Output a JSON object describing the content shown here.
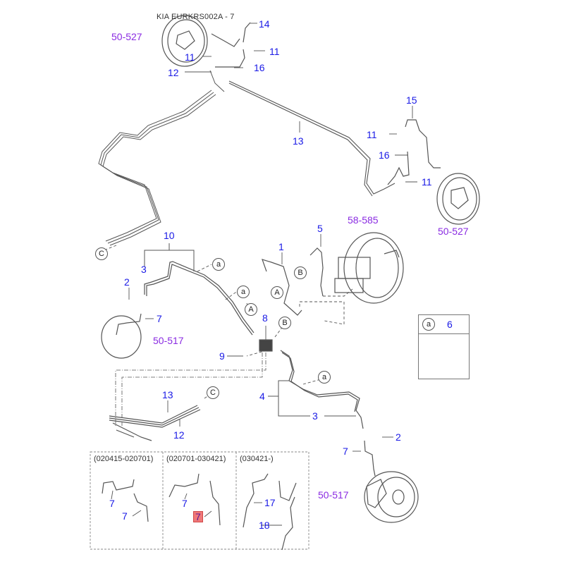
{
  "diagram": {
    "title": "KIA EURKRS002A - 7",
    "colors": {
      "part_number": "#1a1ae6",
      "reference": "#8a2be2",
      "highlight": "#f07878",
      "line": "#555555"
    },
    "parts": [
      {
        "id": "p14",
        "label": "14"
      },
      {
        "id": "p11a",
        "label": "11"
      },
      {
        "id": "p11b",
        "label": "11"
      },
      {
        "id": "p12a",
        "label": "12"
      },
      {
        "id": "p16a",
        "label": "16"
      },
      {
        "id": "p13a",
        "label": "13"
      },
      {
        "id": "p15",
        "label": "15"
      },
      {
        "id": "p11c",
        "label": "11"
      },
      {
        "id": "p16b",
        "label": "16"
      },
      {
        "id": "p11d",
        "label": "11"
      },
      {
        "id": "p10",
        "label": "10"
      },
      {
        "id": "p3a",
        "label": "3"
      },
      {
        "id": "p2a",
        "label": "2"
      },
      {
        "id": "p7a",
        "label": "7"
      },
      {
        "id": "p1",
        "label": "1"
      },
      {
        "id": "p5",
        "label": "5"
      },
      {
        "id": "p8",
        "label": "8"
      },
      {
        "id": "p9",
        "label": "9"
      },
      {
        "id": "p13b",
        "label": "13"
      },
      {
        "id": "p12b",
        "label": "12"
      },
      {
        "id": "p4",
        "label": "4"
      },
      {
        "id": "p3b",
        "label": "3"
      },
      {
        "id": "p2b",
        "label": "2"
      },
      {
        "id": "p7b",
        "label": "7"
      },
      {
        "id": "p7c",
        "label": "7"
      },
      {
        "id": "p7d",
        "label": "7"
      },
      {
        "id": "p7e",
        "label": "7"
      },
      {
        "id": "p7f",
        "label": "7"
      },
      {
        "id": "p17",
        "label": "17"
      },
      {
        "id": "p18",
        "label": "18"
      }
    ],
    "references": [
      {
        "id": "r50527a",
        "label": "50-527"
      },
      {
        "id": "r50527b",
        "label": "50-527"
      },
      {
        "id": "r58585",
        "label": "58-585"
      },
      {
        "id": "r50517a",
        "label": "50-517"
      },
      {
        "id": "r50517b",
        "label": "50-517"
      }
    ],
    "connectors": {
      "a": "a",
      "A": "A",
      "B": "B",
      "C": "C"
    },
    "legend": {
      "key": "a",
      "part": "6"
    },
    "variants": [
      {
        "range": "(020415-020701)"
      },
      {
        "range": "(020701-030421)"
      },
      {
        "range": "(030421-)"
      }
    ],
    "highlighted_part": "7"
  }
}
